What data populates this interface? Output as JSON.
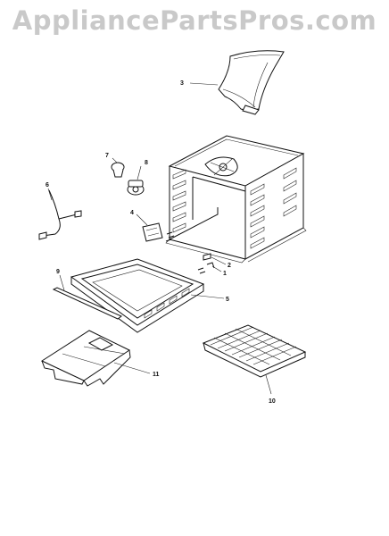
{
  "watermark": "AppliancePartsPros.com",
  "callouts": {
    "c1": "1",
    "c2": "2",
    "c3": "3",
    "c4": "4",
    "c5": "5",
    "c6": "6",
    "c7": "7",
    "c8": "8",
    "c9": "9",
    "c10": "10",
    "c11": "11"
  }
}
